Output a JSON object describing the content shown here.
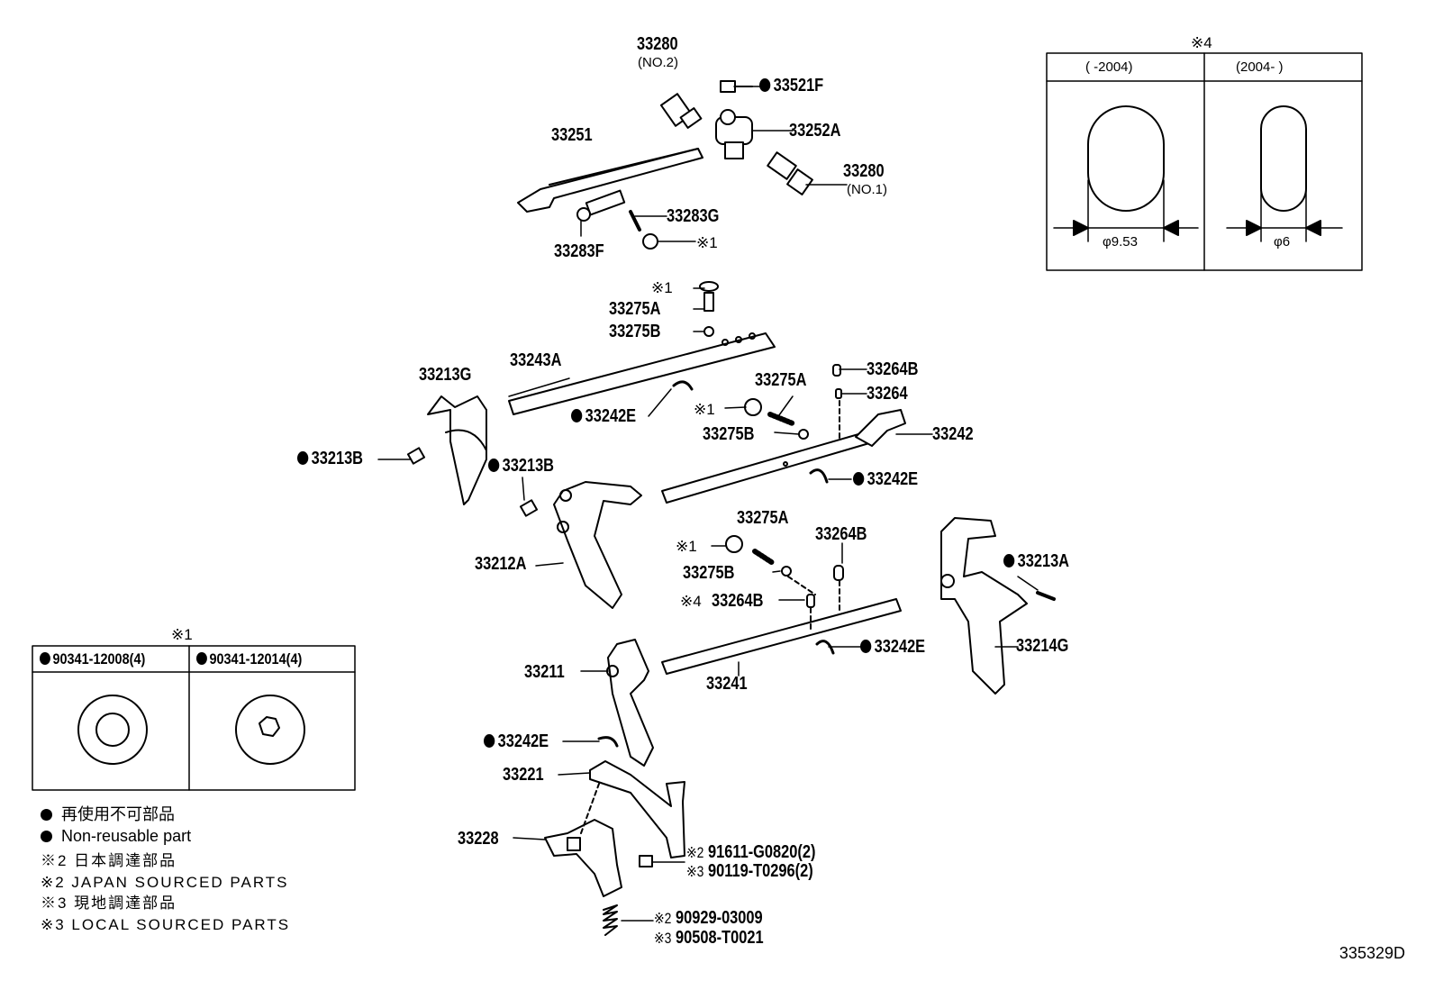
{
  "figure_id": "335329D",
  "labels": {
    "p33280_top": "33280",
    "no2": "(NO.2)",
    "p33521f": "33521F",
    "p33252a": "33252A",
    "p33251": "33251",
    "p33280_no1": "33280",
    "no1": "(NO.1)",
    "p33283g": "33283G",
    "p33283f": "33283F",
    "mark1": "※1",
    "mark2": "※2",
    "mark3": "※3",
    "mark4": "※4",
    "p33275a": "33275A",
    "p33275b": "33275B",
    "p33243a": "33243A",
    "p33213g": "33213G",
    "p33264b": "33264B",
    "p33264": "33264",
    "p33242e": "33242E",
    "p33242": "33242",
    "p33213b": "33213B",
    "p33213a": "33213A",
    "p33212a": "33212A",
    "p33214g": "33214G",
    "p33211": "33211",
    "p33241": "33241",
    "p33221": "33221",
    "p33228": "33228",
    "p91611": "91611-G0820(2)",
    "p90119": "90119-T0296(2)",
    "p90929": "90929-03009",
    "p90508": "90508-T0021"
  },
  "table1": {
    "title": "※1",
    "col1": "90341-12008(4)",
    "col2": "90341-12014(4)"
  },
  "table4": {
    "title": "※4",
    "col1": "(      -2004)",
    "col2": "(2004-      )",
    "dim1": "φ9.53",
    "dim2": "φ6"
  },
  "legend": {
    "non_reusable_jp": "再使用不可部品",
    "non_reusable_en": "Non-reusable part",
    "japan_sourced_jp": "※2 日本調達部品",
    "japan_sourced_en": "※2 JAPAN SOURCED PARTS",
    "local_sourced_jp": "※3 現地調達部品",
    "local_sourced_en": "※3 LOCAL SOURCED PARTS"
  }
}
